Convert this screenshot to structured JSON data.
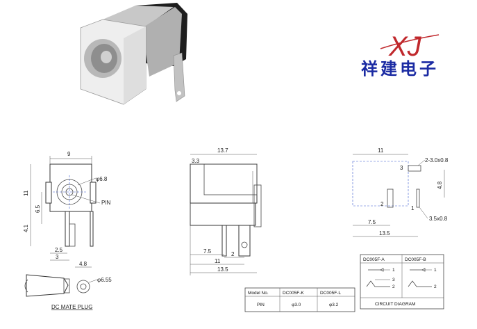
{
  "logo": {
    "mark": "XJ",
    "chinese": "祥建电子"
  },
  "front_view": {
    "width": "9",
    "height": "11",
    "pin_center": "6.5",
    "lower": "4.1",
    "hole_dia": "φ6.8",
    "pin_label": "PIN",
    "pin_w": "2.5",
    "pin_w2": "3",
    "pin_x": "4.8"
  },
  "side_view": {
    "length": "13.7",
    "step": "3.3",
    "d1": "7.5",
    "d2": "2",
    "d3": "11",
    "d4": "13.5"
  },
  "pcb_layout": {
    "width": "11",
    "slot": "2-3.0x0.8",
    "pin3": "3",
    "pin2": "2",
    "pin1": "1",
    "vert": "4.8",
    "hole": "3.5x0.8",
    "d1": "7.5",
    "d2": "13.5"
  },
  "plug": {
    "dia": "φ6.55",
    "label": "DC MATE PLUG"
  },
  "table": {
    "headers": [
      "Model No.",
      "DC005F-K",
      "DC005F-L"
    ],
    "row": [
      "PIN",
      "φ3.0",
      "φ3.2"
    ]
  },
  "circuit": {
    "col_a": "DC005F-A",
    "col_b": "DC005F-B",
    "a_pins": [
      "1",
      "3",
      "2"
    ],
    "b_pins": [
      "1",
      "2"
    ],
    "caption": "CIRCUIT DIAGRAM"
  },
  "colors": {
    "logo_blue": "#1b2ba3",
    "logo_red": "#c0282c",
    "dim_blue": "#3d5ad0"
  }
}
